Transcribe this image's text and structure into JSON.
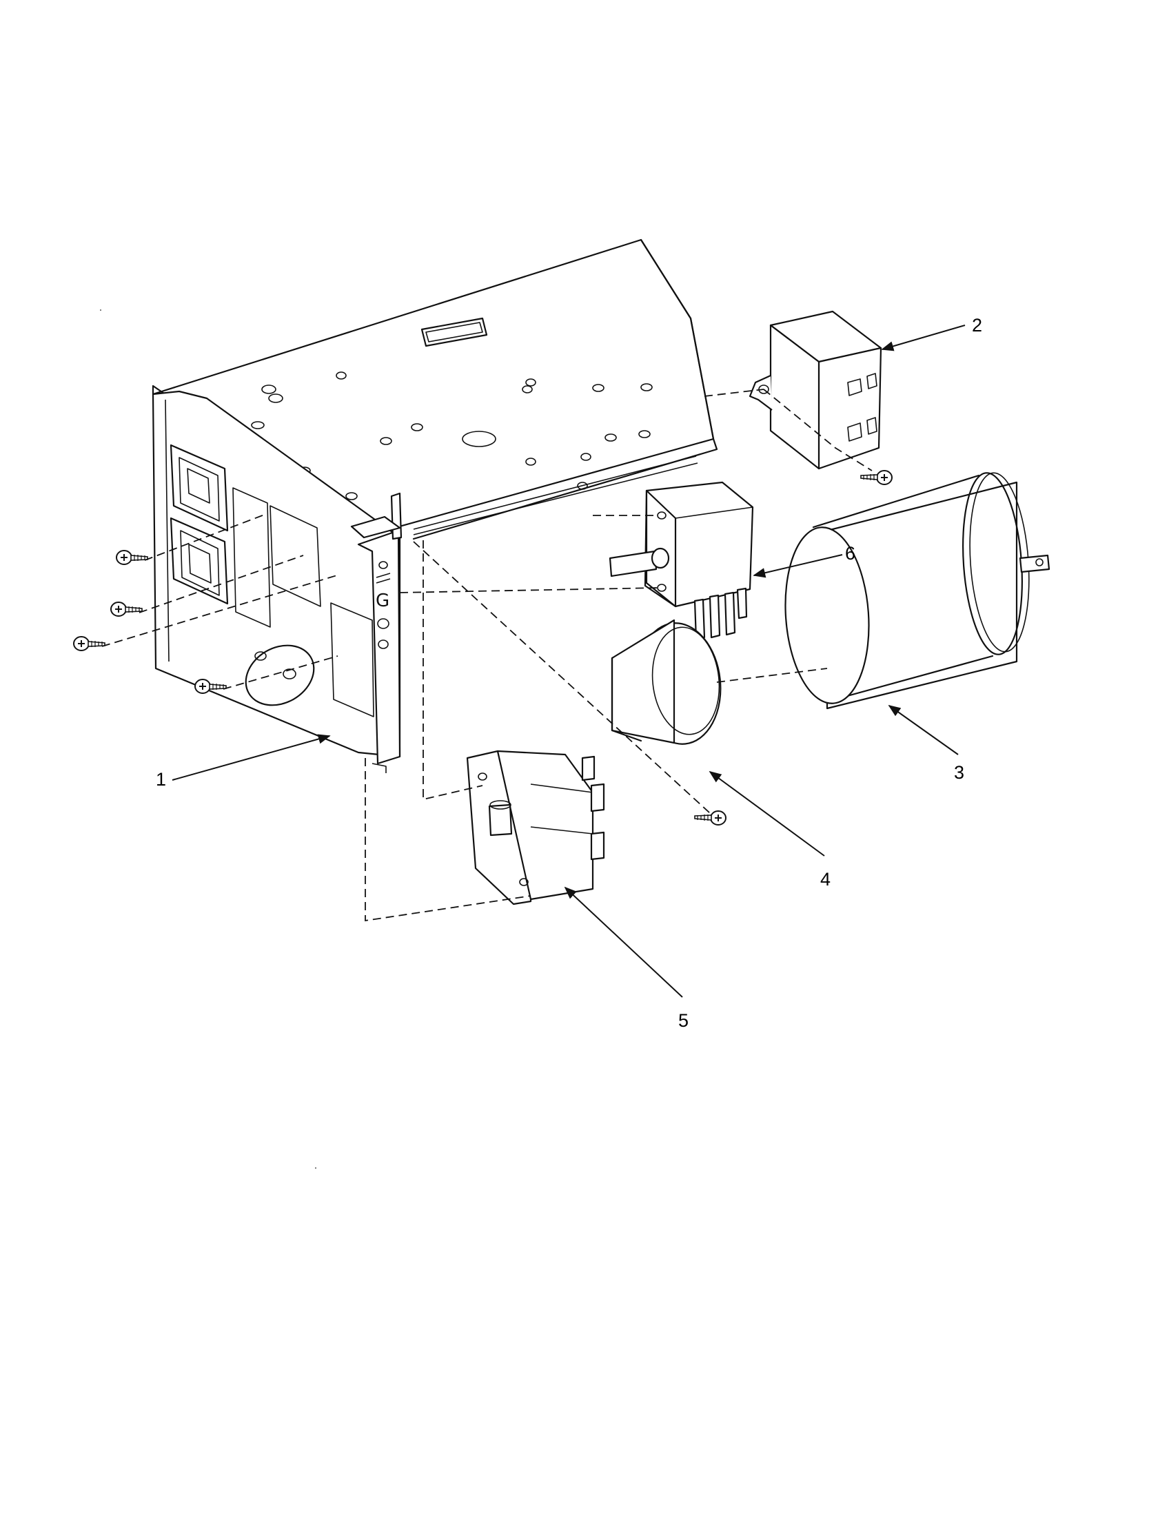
{
  "callouts": [
    {
      "id": "1",
      "text": "1",
      "part": "control-bracket"
    },
    {
      "id": "2",
      "text": "2",
      "part": "terminal-block"
    },
    {
      "id": "3",
      "text": "3",
      "part": "capacitor"
    },
    {
      "id": "4",
      "text": "4",
      "part": "capacitor-strap"
    },
    {
      "id": "5",
      "text": "5",
      "part": "rotary-switch"
    },
    {
      "id": "6",
      "text": "6",
      "part": "selector-switch"
    }
  ],
  "colors": {
    "line": "#111111",
    "background": "#ffffff"
  }
}
